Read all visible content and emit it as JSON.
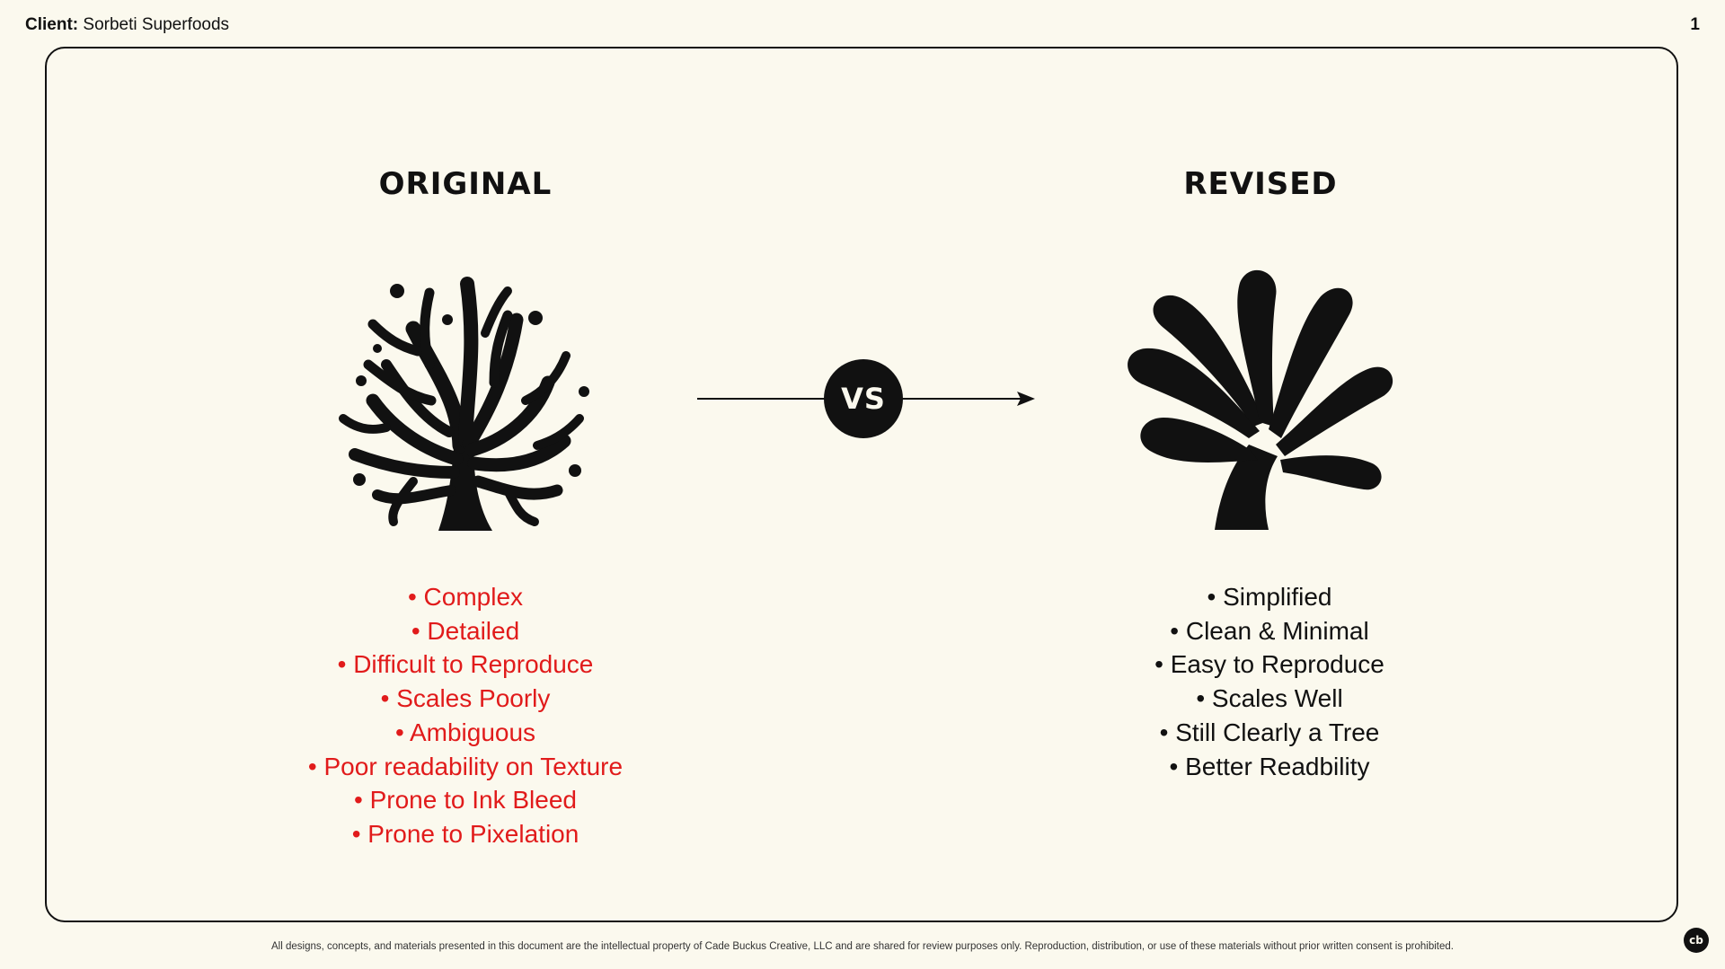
{
  "header": {
    "client_label": "Client:",
    "client_name": "Sorbeti Superfoods",
    "page_number": "1"
  },
  "comparison": {
    "original": {
      "heading": "ORIGINAL",
      "logo_icon": "complex-tree-logo-icon",
      "bullets": [
        "• Complex",
        "• Detailed",
        "• Difficult to Reproduce",
        "• Scales Poorly",
        "• Ambiguous",
        "• Poor readability on Texture",
        "• Prone to Ink Bleed",
        "• Prone to Pixelation"
      ]
    },
    "versus_label": "VS",
    "revised": {
      "heading": "REVISED",
      "logo_icon": "simplified-tree-logo-icon",
      "bullets": [
        "• Simplified",
        "• Clean & Minimal",
        "• Easy to Reproduce",
        "• Scales Well",
        "• Still Clearly a Tree",
        "• Better Readbility"
      ]
    }
  },
  "colors": {
    "background": "#fbf9ee",
    "ink": "#111111",
    "negative": "#e11b1b"
  },
  "footer": {
    "disclaimer": "All designs, concepts, and materials presented in this document are the intellectual property of Cade Buckus Creative, LLC and are shared for review purposes only. Reproduction, distribution, or use of these materials without prior written consent is prohibited.",
    "studio_mark": "cb"
  }
}
